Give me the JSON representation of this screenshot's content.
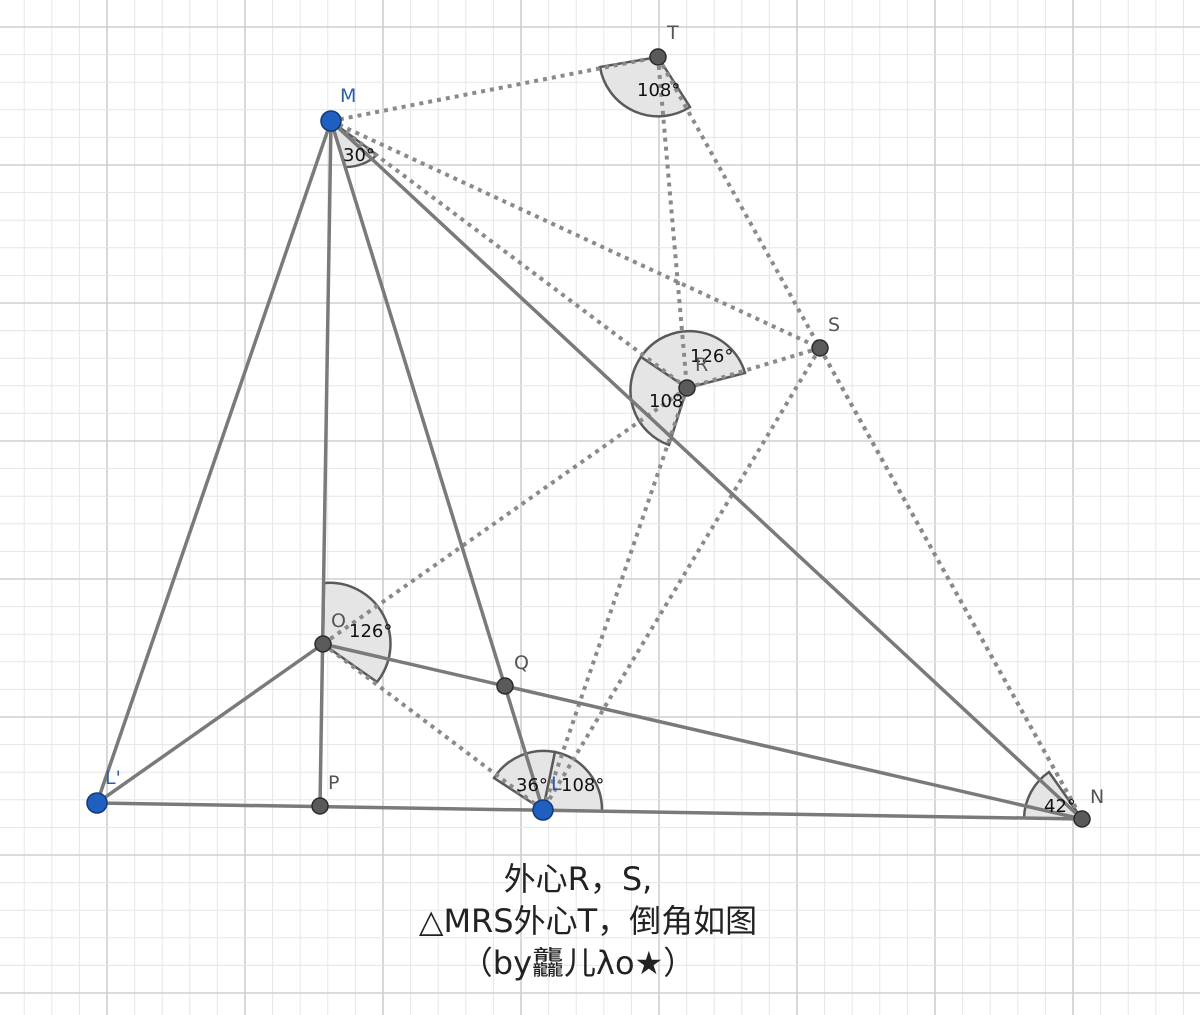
{
  "points": {
    "M": {
      "label": "M"
    },
    "T": {
      "label": "T"
    },
    "S": {
      "label": "S"
    },
    "R": {
      "label": "R"
    },
    "O": {
      "label": "O"
    },
    "Q": {
      "label": "Q"
    },
    "P": {
      "label": "P"
    },
    "L": {
      "label": "L"
    },
    "L_prime": {
      "label": "L'"
    },
    "N": {
      "label": "N"
    }
  },
  "angles": {
    "at_T": "108°",
    "at_M": "30°",
    "at_R_upper": "126°",
    "at_R_lower": "108",
    "at_O": "126°",
    "at_L_left": "36°",
    "at_L_right": "108°",
    "at_N": "42°"
  },
  "caption": {
    "line1": "外心R，S,",
    "line2": "△MRS外心T，倒角如图",
    "line3": "（by龘儿λo★）"
  },
  "colors": {
    "grid_minor": "#e6e6e6",
    "grid_major": "#cfcfcf",
    "segment": "#7a7a7a",
    "dotted": "#8a8a8a",
    "angle_fill": "#e5e5e5",
    "free_point": "#1f5fbf",
    "dependent_point": "#5a5a5a"
  }
}
